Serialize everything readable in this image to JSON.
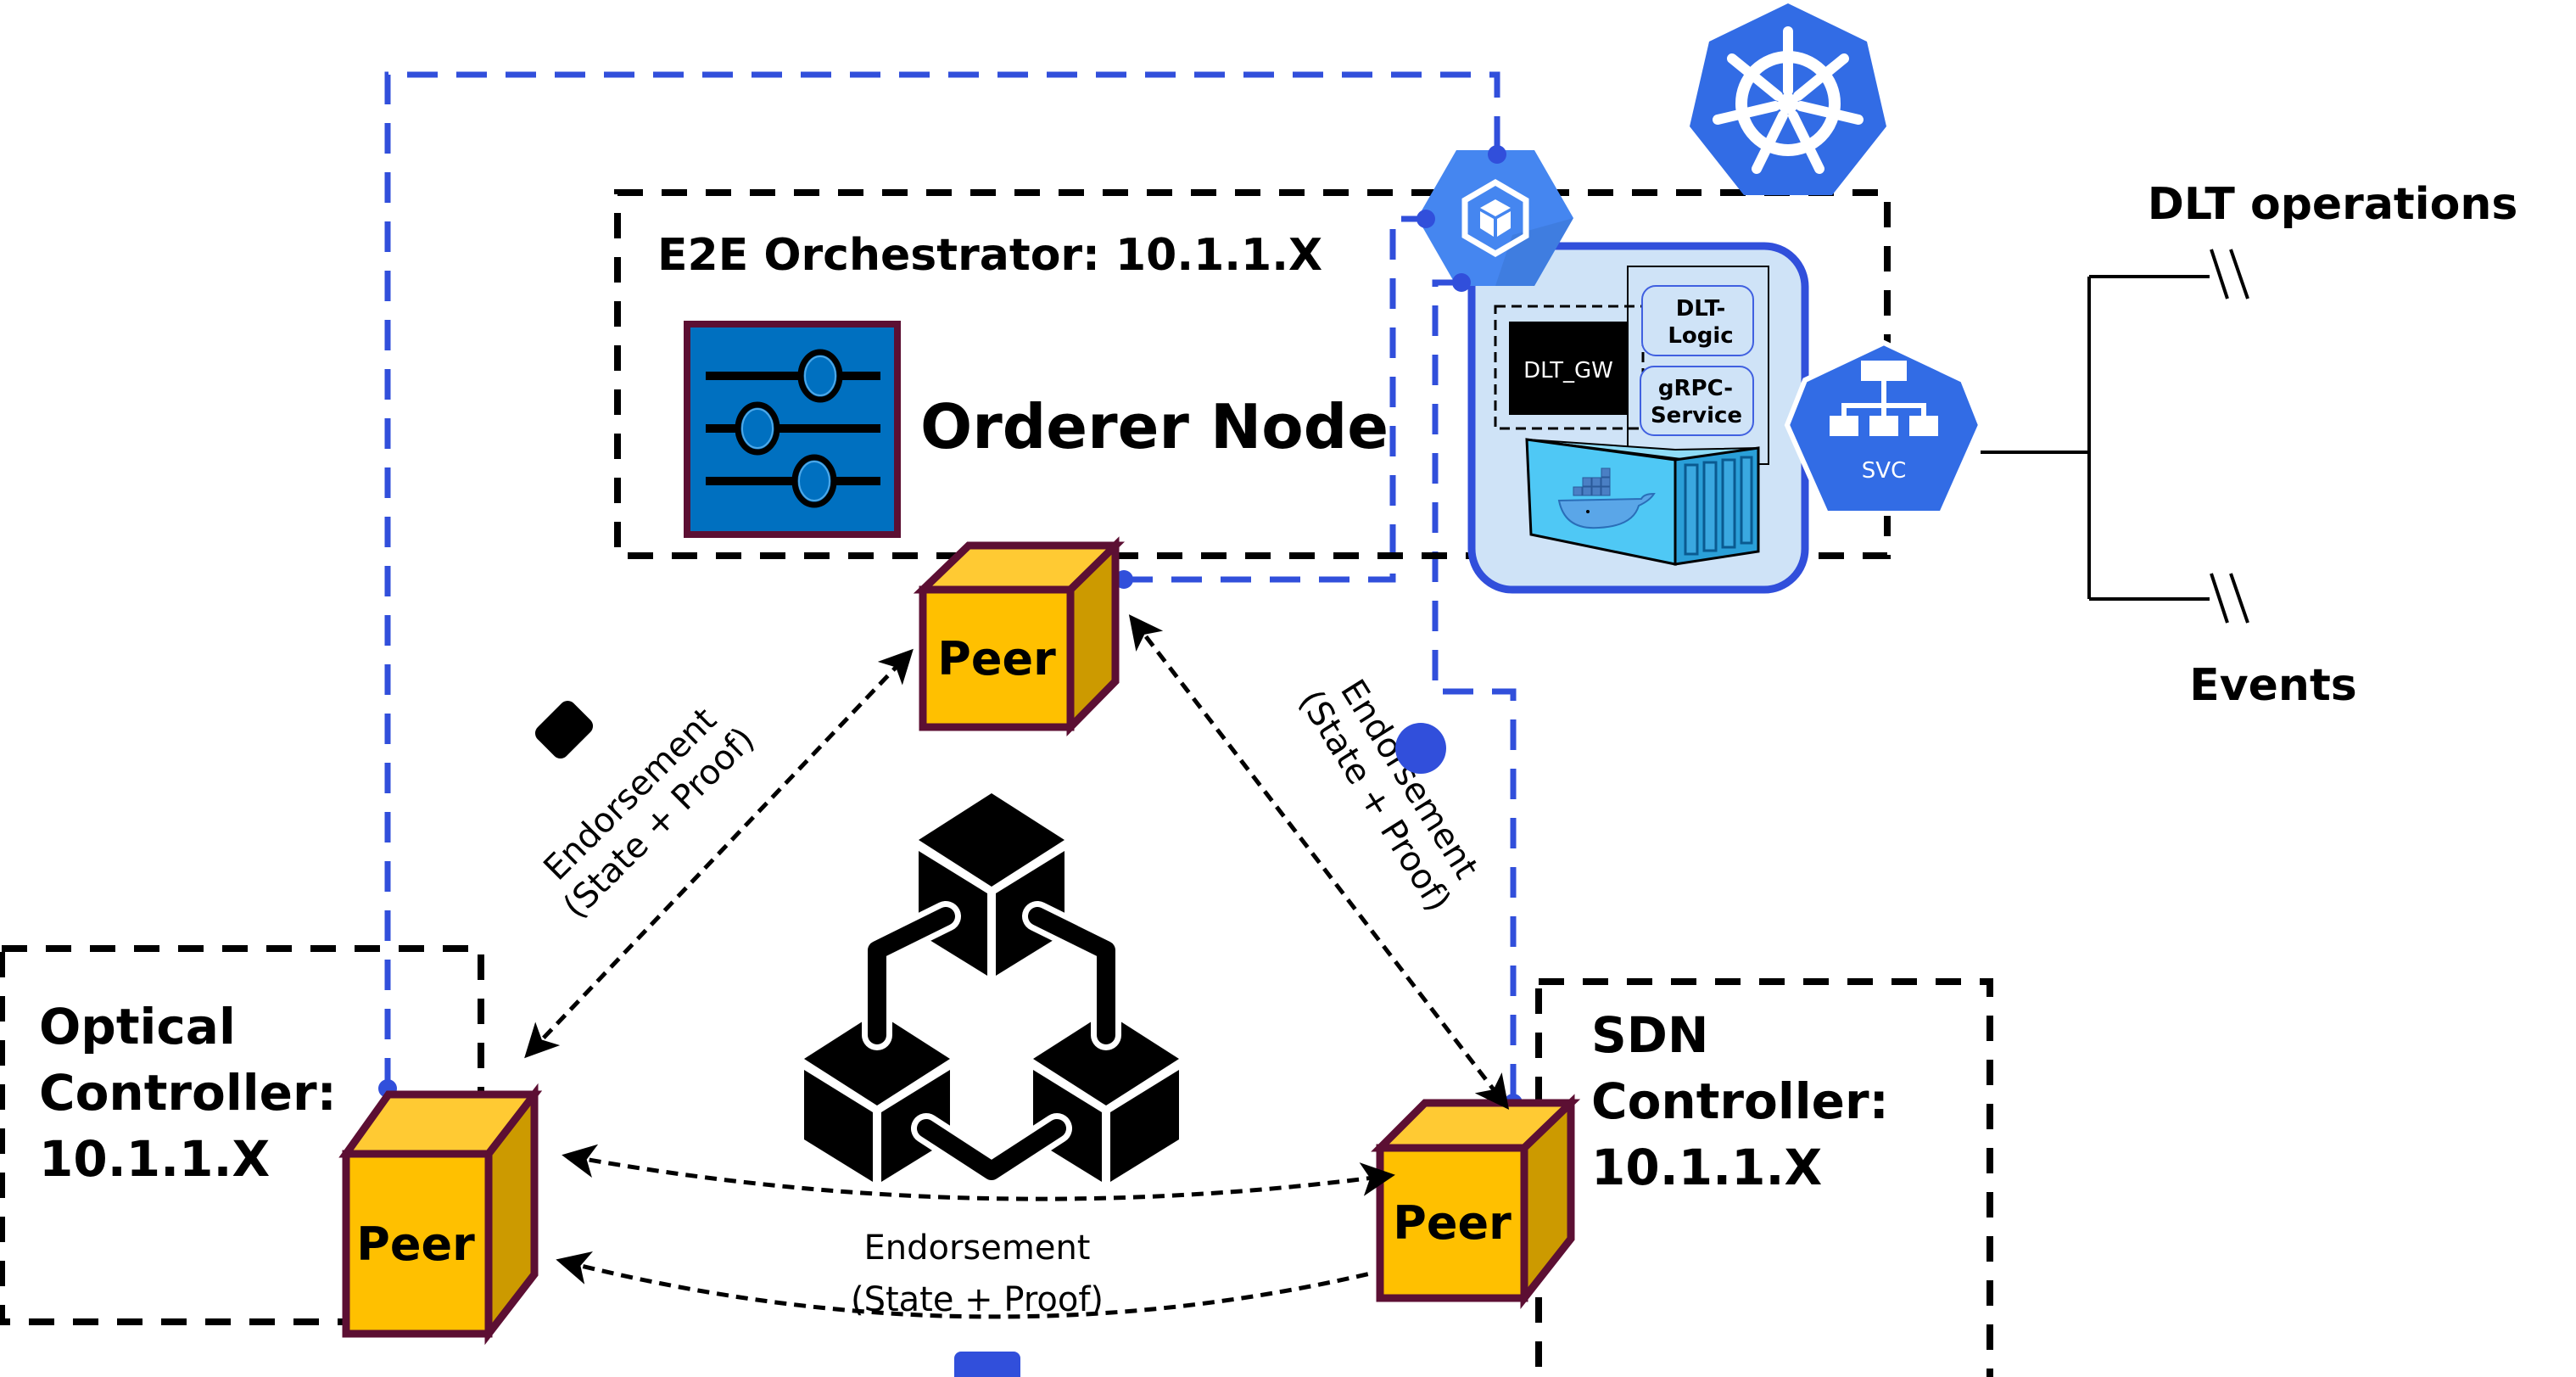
{
  "orchestrator": {
    "title": "E2E Orchestrator: 10.1.1.X",
    "orderer_label": "Orderer Node"
  },
  "pod": {
    "gateway_label": "DLT_GW",
    "logic_label_line1": "DLT-",
    "logic_label_line2": "Logic",
    "grpc_label_line1": "gRPC-",
    "grpc_label_line2": "Service",
    "service_label": "SVC"
  },
  "external": {
    "operations_label": "DLT operations",
    "events_label": "Events"
  },
  "optical": {
    "line1": "Optical",
    "line2": "Controller:",
    "line3": "10.1.1.X"
  },
  "sdn": {
    "line1": "SDN",
    "line2": "Controller:",
    "line3": "10.1.1.X"
  },
  "peers": {
    "orchestrator_peer": "Peer",
    "optical_peer": "Peer",
    "sdn_peer": "Peer"
  },
  "endorsements": {
    "left": {
      "line1": "Endorsement",
      "line2": "(State + Proof)"
    },
    "right": {
      "line1": "Endorsement",
      "line2": "(State + Proof)"
    },
    "bottom": {
      "line1": "Endorsement",
      "line2": "(State + Proof)"
    }
  },
  "colors": {
    "peer_front": "#ffc000",
    "peer_top": "#ffca33",
    "peer_side": "#cc9a00",
    "peer_edge": "#5c0f33",
    "kubernetes_blue": "#326ce5",
    "link_blue": "#314fdb",
    "orderer_blue": "#0070c0",
    "pod_fill": "#cfe3f7"
  }
}
